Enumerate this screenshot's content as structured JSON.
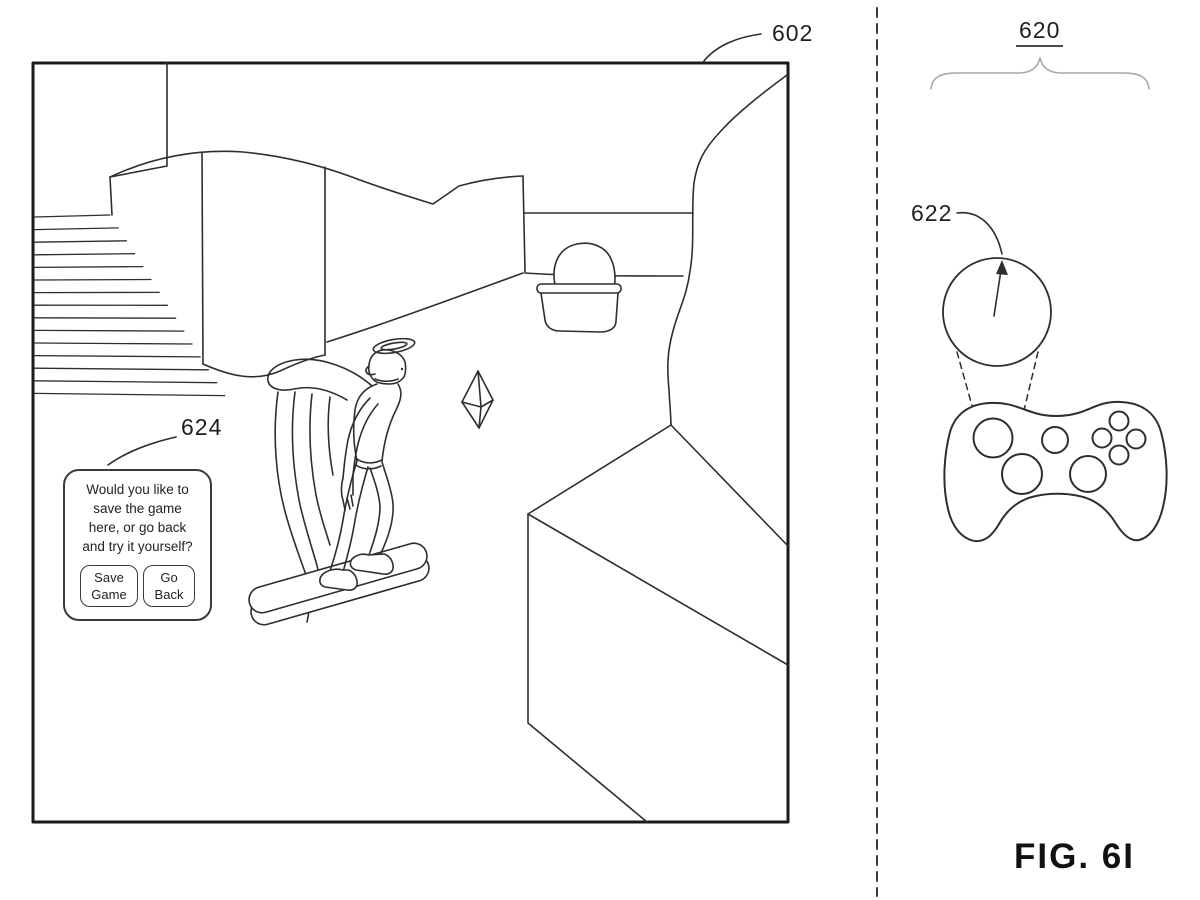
{
  "figure": {
    "fig_label": "FIG. 6I",
    "callouts": {
      "screen": "602",
      "controller_group": "620",
      "stick_button": "622",
      "save_dialog": "624"
    },
    "dialog": {
      "message_lines": [
        "Would you like to",
        "save the game",
        "here, or go back",
        "and try it yourself?"
      ],
      "save_button": "Save Game",
      "back_button": "Go Back"
    },
    "colors": {
      "line": "#2e2e2e",
      "frame": "#1a1a1a",
      "background": "#ffffff",
      "brace": "#a5a5a5"
    }
  }
}
